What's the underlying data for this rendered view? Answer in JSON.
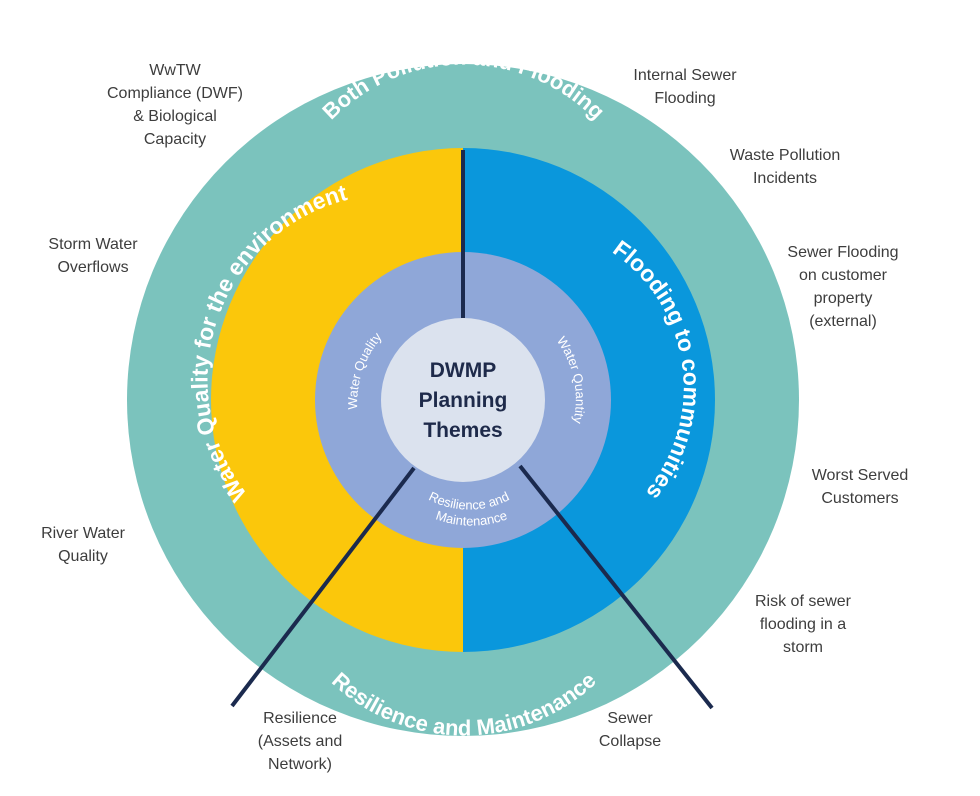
{
  "colors": {
    "outer_ring": "#7bc3bd",
    "yellow": "#fbc70b",
    "blue": "#0a97dc",
    "inner_ring": "#8fa7d8",
    "center": "#dbe2ee",
    "lines": "#1b2a4e",
    "label_text": "#3d3d3d"
  },
  "center": {
    "line1": "DWMP",
    "line2": "Planning",
    "line3": "Themes"
  },
  "outer_ring": {
    "top": "Both Pollution and Flooding",
    "bottom": "Resilience and Maintenance"
  },
  "middle_ring": {
    "left": "Water Quality for the environment",
    "right": "Flooding to communities"
  },
  "inner_ring": {
    "left": "Water Quality",
    "right": "Water Quantity",
    "bottom_line1": "Resilience and",
    "bottom_line2": "Maintenance"
  },
  "labels": {
    "wwtw": "WwTW\nCompliance (DWF)\n& Biological\nCapacity",
    "storm": "Storm Water\nOverflows",
    "river": "River Water\nQuality",
    "resilience_assets": "Resilience\n(Assets and\nNetwork)",
    "internal": "Internal Sewer\nFlooding",
    "waste": "Waste Pollution\nIncidents",
    "sewer_flooding": "Sewer Flooding\non customer\nproperty\n(external)",
    "worst": "Worst Served\nCustomers",
    "risk": "Risk of sewer\nflooding in a\nstorm",
    "collapse": "Sewer\nCollapse"
  }
}
